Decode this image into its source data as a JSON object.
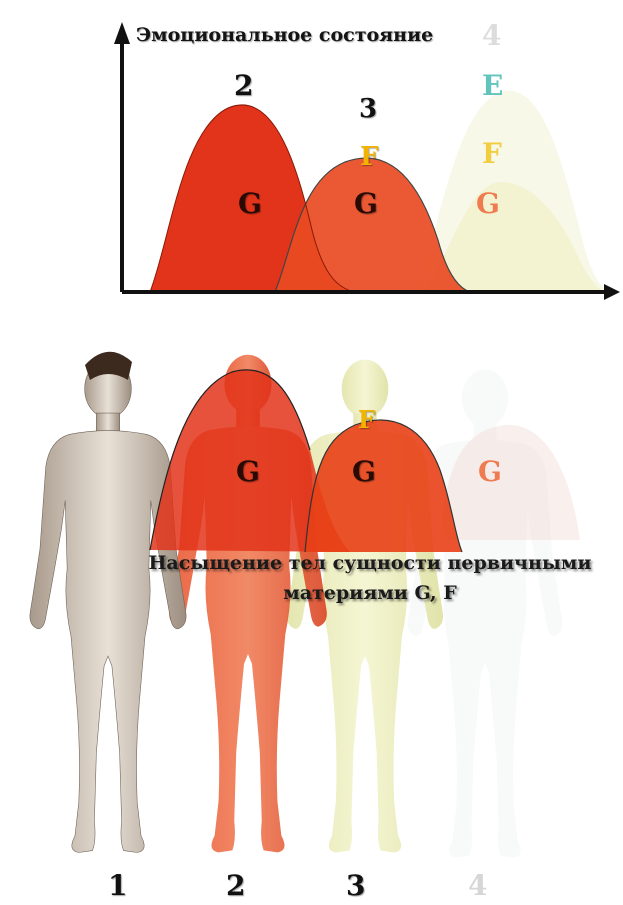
{
  "chart": {
    "title": "Эмоциональное  состояние",
    "peaks": [
      {
        "number": "2",
        "letters": [
          "G"
        ]
      },
      {
        "number": "3",
        "letters": [
          "F",
          "G"
        ]
      },
      {
        "number": "4",
        "letters": [
          "E",
          "F",
          "G"
        ]
      }
    ]
  },
  "figures": {
    "overlay_letters": [
      "G",
      "F",
      "G",
      "G"
    ],
    "caption_line1": "Насыщение тел сущности первичными",
    "caption_line2": "материями G, F",
    "numbers": [
      "1",
      "2",
      "3",
      "4"
    ]
  },
  "colors": {
    "red": "#e23018",
    "yellow_pale": "#f3f1c6",
    "orange_letter": "#f5b800",
    "teal_letter": "#5cc8c0",
    "skin": "#d9cfc2"
  }
}
